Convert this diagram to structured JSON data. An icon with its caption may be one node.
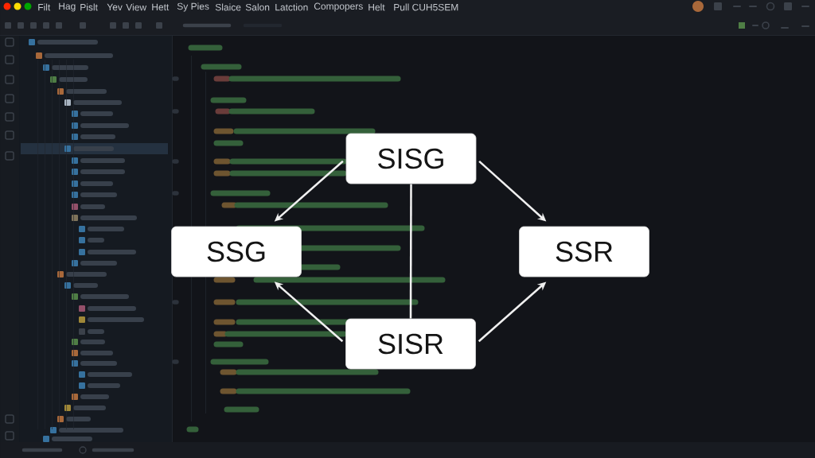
{
  "diagram": {
    "nodes": [
      {
        "text": [
          "SISG"
        ]
      },
      {
        "text": [
          "SSG"
        ]
      },
      {
        "text": [
          "SSR"
        ]
      },
      {
        "text": [
          "SISR"
        ]
      }
    ],
    "edges": [
      {
        "from": 0,
        "to": 1,
        "arrow": "to"
      },
      {
        "from": 0,
        "to": 2,
        "arrow": "to"
      },
      {
        "from": 0,
        "to": 3,
        "arrow": "none"
      },
      {
        "from": 3,
        "to": 1,
        "arrow": "to"
      },
      {
        "from": 3,
        "to": 2,
        "arrow": "to"
      }
    ],
    "labels": [
      "Filt",
      "Hag",
      "Pislt",
      "Yev",
      "View",
      "Hett",
      "Sy Pies",
      "Slaice",
      "Salon",
      "Latction",
      "Compopers",
      "Helt",
      "Pull CUH5SEM"
    ]
  }
}
